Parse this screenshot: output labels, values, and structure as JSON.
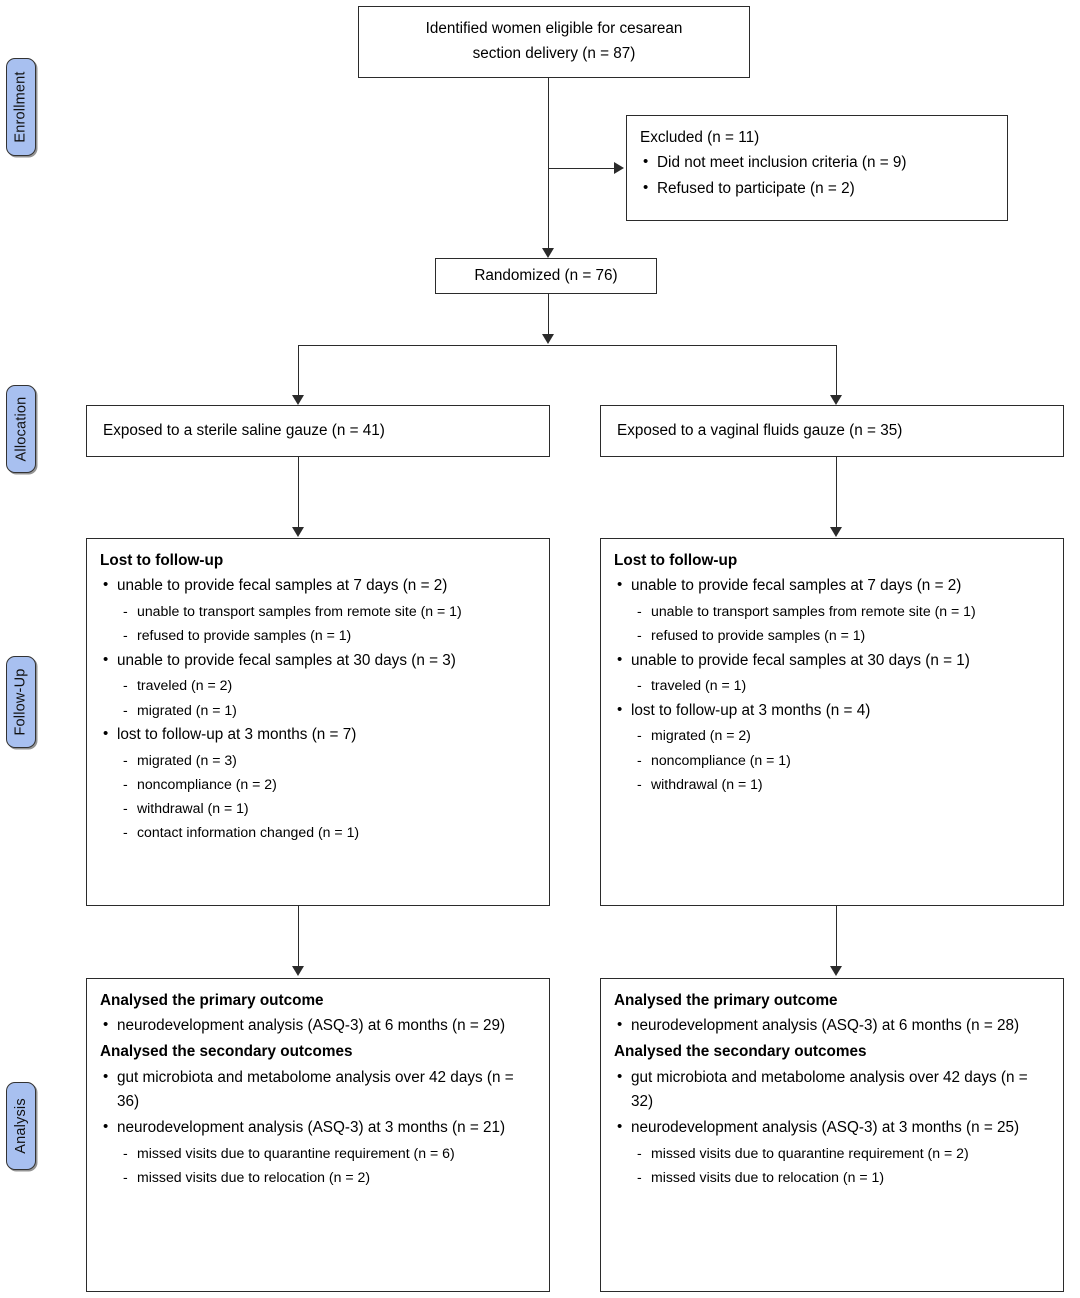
{
  "diagram": {
    "type": "CONSORT flow diagram",
    "phases": [
      {
        "name": "enrollment",
        "label": "Enrollment"
      },
      {
        "name": "allocation",
        "label": "Allocation"
      },
      {
        "name": "followup",
        "label": "Follow-Up"
      },
      {
        "name": "analysis",
        "label": "Analysis"
      }
    ],
    "enrollment": {
      "identified": {
        "line1": "Identified women eligible for cesarean",
        "line2": "section delivery (n = 87)"
      },
      "excluded": {
        "title": "Excluded (n = 11)",
        "items": [
          "Did not meet inclusion criteria (n = 9)",
          "Refused to participate (n = 2)"
        ]
      },
      "randomized": "Randomized (n = 76)"
    },
    "allocation": {
      "left": "Exposed to a sterile saline gauze (n = 41)",
      "right": "Exposed to a vaginal fluids gauze (n = 35)"
    },
    "followup": {
      "left": {
        "title": "Lost to follow-up",
        "items": [
          {
            "text": "unable to provide fecal samples at 7 days (n = 2)",
            "sub": [
              "unable to transport samples from remote site (n = 1)",
              "refused to provide samples  (n = 1)"
            ]
          },
          {
            "text": "unable to provide fecal samples at 30 days (n = 3)",
            "sub": [
              "traveled (n = 2)",
              "migrated (n = 1)"
            ]
          },
          {
            "text": "lost to follow-up at 3 months (n = 7)",
            "sub": [
              "migrated (n = 3)",
              "noncompliance (n = 2)",
              "withdrawal (n = 1)",
              "contact information changed (n = 1)"
            ]
          }
        ]
      },
      "right": {
        "title": "Lost to follow-up",
        "items": [
          {
            "text": "unable to provide fecal samples at 7 days (n = 2)",
            "sub": [
              "unable to transport samples from remote site (n = 1)",
              "refused to provide samples (n = 1)"
            ]
          },
          {
            "text": "unable to provide fecal samples at 30 days (n = 1)",
            "sub": [
              "traveled  (n = 1)"
            ]
          },
          {
            "text": "lost to follow-up at 3 months (n = 4)",
            "sub": [
              "migrated (n = 2)",
              "noncompliance (n = 1)",
              "withdrawal (n = 1)"
            ]
          }
        ]
      }
    },
    "analysis": {
      "left": {
        "primary_title": "Analysed the primary outcome",
        "primary_items": [
          {
            "text": "neurodevelopment analysis (ASQ-3) at 6 months (n = 29)",
            "sub": []
          }
        ],
        "secondary_title": "Analysed the secondary outcomes",
        "secondary_items": [
          {
            "text": "gut microbiota and metabolome analysis over 42 days (n = 36)",
            "sub": []
          },
          {
            "text": "neurodevelopment analysis (ASQ-3) at 3 months (n = 21)",
            "sub": [
              "missed visits due to quarantine requirement (n = 6)",
              "missed visits due to relocation (n = 2)"
            ]
          }
        ]
      },
      "right": {
        "primary_title": "Analysed the primary outcome",
        "primary_items": [
          {
            "text": "neurodevelopment analysis (ASQ-3) at 6 months (n = 28)",
            "sub": []
          }
        ],
        "secondary_title": "Analysed the secondary outcomes",
        "secondary_items": [
          {
            "text": "gut microbiota and metabolome analysis over 42 days (n = 32)",
            "sub": []
          },
          {
            "text": "neurodevelopment analysis (ASQ-3) at 3 months (n = 25)",
            "sub": [
              "missed visits due to quarantine requirement (n = 2)",
              "missed visits due to relocation (n = 1)"
            ]
          }
        ]
      }
    },
    "colors": {
      "phase_fill": "#a8c0f0",
      "phase_border": "#333333",
      "box_border": "#2b2b2b",
      "text": "#000000",
      "background": "#ffffff"
    }
  }
}
